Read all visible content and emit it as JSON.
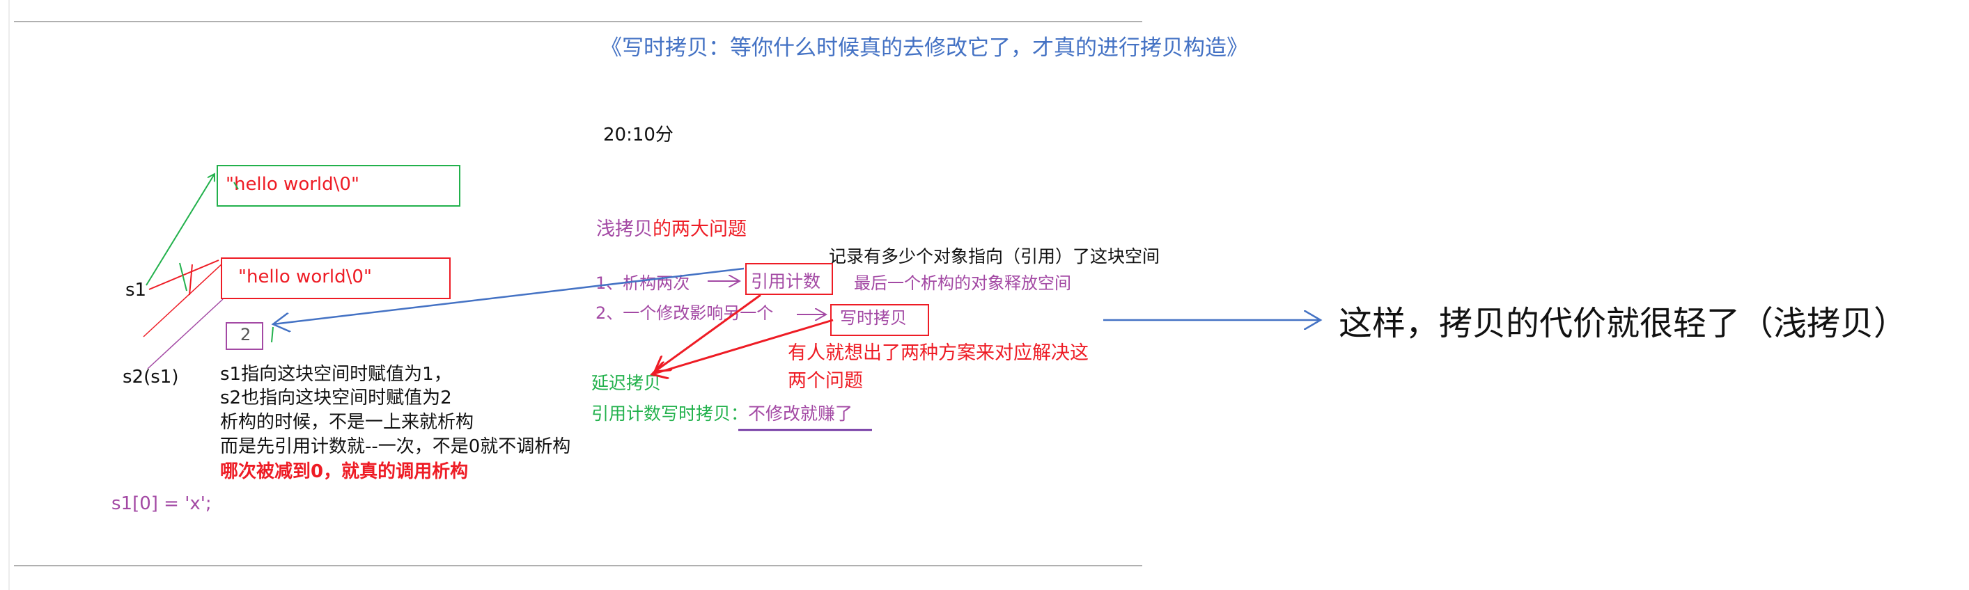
{
  "colors": {
    "blue": "#4472c4",
    "red": "#ee1c25",
    "green": "#22b14c",
    "purple": "#a349a4",
    "black": "#111111",
    "rule": "#b0b0b0"
  },
  "header": {
    "title": "《写时拷贝：等你什么时候真的去修改它了，才真的进行拷贝构造》",
    "time": "20:10分"
  },
  "memory": {
    "box1_text": "\"hello world\\0\"",
    "box2_text": "\"hello world\\0\"",
    "count_value": "2",
    "s1_label": "s1",
    "s2_label": "s2(s1)"
  },
  "notes": {
    "lines": [
      "s1指向这块空间时赋值为1，",
      "s2也指向这块空间时赋值为2",
      "析构的时候，不是一上来就析构",
      "而是先引用计数就--一次，不是0就不调析构"
    ],
    "emphasis": "哪次被减到0，就真的调用析构",
    "code": "s1[0] = 'x';"
  },
  "problems": {
    "heading_prefix": "浅拷贝",
    "heading_suffix": "的两大问题",
    "item1": "1、析构两次",
    "item2": "2、一个修改影响另一个",
    "refcount_label": "引用计数",
    "cow_label": "写时拷贝",
    "refcount_note": "记录有多少个对象指向（引用）了这块空间",
    "refcount_note2": "最后一个析构的对象释放空间",
    "solution_line1": "有人就想出了两种方案来对应解决这",
    "solution_line2": "两个问题",
    "lazy_copy": "延迟拷贝",
    "summary_prefix": "引用计数写时拷贝：",
    "summary_suffix": "不修改就赚了"
  },
  "conclusion": {
    "text": "这样，拷贝的代价就很轻了（浅拷贝）"
  }
}
